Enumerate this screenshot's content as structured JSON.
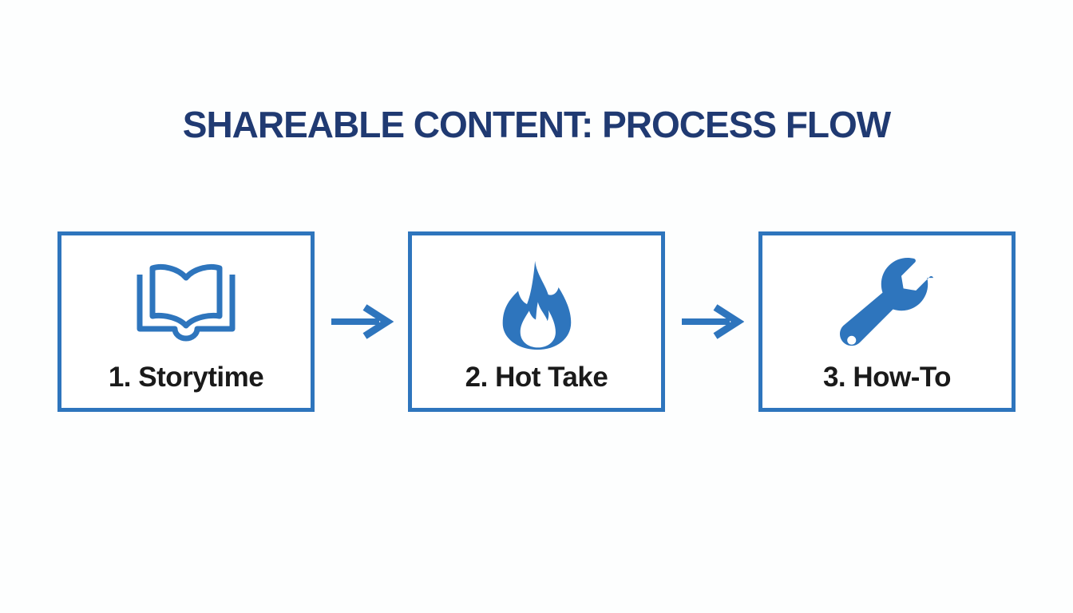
{
  "title": "SHAREABLE CONTENT: PROCESS FLOW",
  "colors": {
    "accent_blue": "#2e75bd",
    "title_navy": "#203a72",
    "label_black": "#1a1a1a",
    "background": "#fdfefe"
  },
  "steps": [
    {
      "label": "1. Storytime",
      "icon": "open-book-icon"
    },
    {
      "label": "2. Hot Take",
      "icon": "flame-icon"
    },
    {
      "label": "3. How-To",
      "icon": "wrench-icon"
    }
  ],
  "connectors": [
    {
      "icon": "right-arrow-icon"
    },
    {
      "icon": "right-arrow-icon"
    }
  ]
}
